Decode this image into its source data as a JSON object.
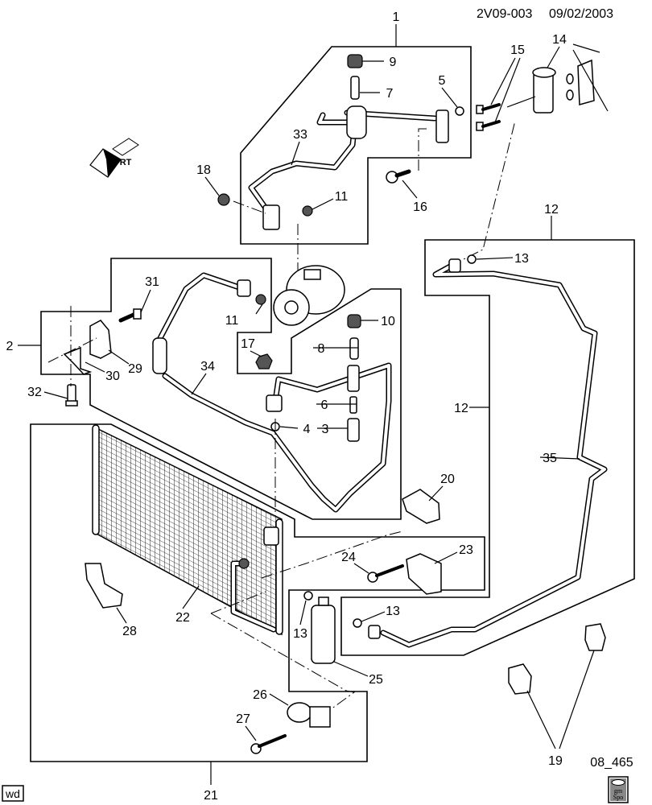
{
  "header": {
    "code": "2V09-003",
    "date": "09/02/2003"
  },
  "figure_id": "08_465",
  "corner_tag": "wd",
  "front_indicator": {
    "icon": "front-arrow-icon",
    "text": "FRT"
  },
  "logo": {
    "icon": "gm-spo-logo",
    "text": "gm spo"
  },
  "callouts": [
    "1",
    "9",
    "7",
    "5",
    "15",
    "14",
    "33",
    "18",
    "11",
    "16",
    "12",
    "13",
    "31",
    "11",
    "10",
    "17",
    "8",
    "2",
    "29",
    "30",
    "34",
    "32",
    "6",
    "12",
    "4",
    "3",
    "35",
    "20",
    "23",
    "24",
    "22",
    "28",
    "13",
    "13",
    "25",
    "26",
    "27",
    "19",
    "21"
  ]
}
